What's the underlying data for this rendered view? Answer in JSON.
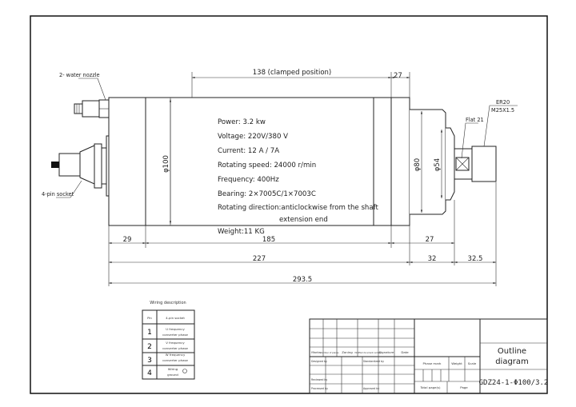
{
  "callouts": {
    "water_nozzle": "2- water nozzle",
    "pin_socket": "4-pin socket",
    "flat": "Flat 21",
    "collet": "ER20",
    "thread": "M25X1.5"
  },
  "specs": [
    "Power: 3.2 kw",
    "Voltage: 220V/380 V",
    "Current: 12 A / 7A",
    "Rotating speed: 24000 r/min",
    "Frequency: 400Hz",
    "Bearing: 2×7005C/1×7003C",
    "Rotating direction:anticlockwise from the shaft",
    "extension end",
    "Weight:11 KG"
  ],
  "dimensions": {
    "clamped": "138 (clamped position)",
    "top_27": "27",
    "dia_100": "φ100",
    "dia_80": "φ80",
    "dia_54": "φ54",
    "d29": "29",
    "d185": "185",
    "d27": "27",
    "d227": "227",
    "d32": "32",
    "d32_5": "32.5",
    "d293_5": "293.5"
  },
  "wiring": {
    "title": "Wiring description",
    "headers": [
      "Pin",
      "4-pin socket"
    ],
    "rows": [
      {
        "pin": "1",
        "l1": "U frequency",
        "l2": "converter phase"
      },
      {
        "pin": "2",
        "l1": "V frequency",
        "l2": "converter phase"
      },
      {
        "pin": "3",
        "l1": "W frequency",
        "l2": "converter phase"
      },
      {
        "pin": "4",
        "l1": "Wiring",
        "l2": "ground"
      }
    ]
  },
  "title_block": {
    "marks": "Marks",
    "number_of_places": "Number of places",
    "zoning": "Zoning",
    "modified_doc": "Modified document number",
    "signature": "Signature",
    "date": "Date",
    "designed": "Designed by",
    "standardized": "Standardized by",
    "reviewed": "Reviewed by",
    "processed": "Processed by",
    "approved": "Approved by",
    "phase_mark": "Phase mark",
    "weight": "Weight",
    "scale": "Scale",
    "total_pages": "Total page(s)",
    "page": "Page",
    "title_l1": "Outline",
    "title_l2": "diagram",
    "drawing_no": "GDZ24-1-Φ100/3.2"
  }
}
